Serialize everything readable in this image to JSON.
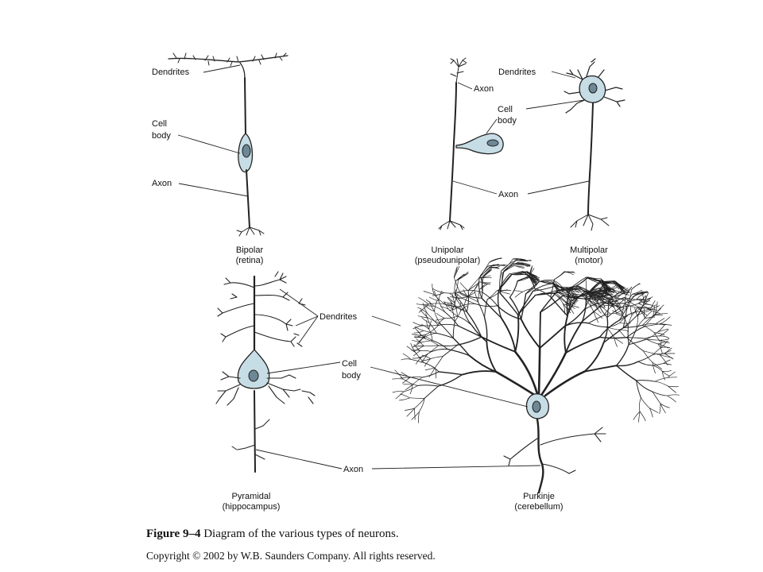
{
  "neurons": {
    "bipolar": {
      "name": "Bipolar",
      "location": "(retina)",
      "dendrites": "Dendrites",
      "cell": "Cell",
      "body": "body",
      "axon": "Axon"
    },
    "unipolar": {
      "name": "Unipolar",
      "location": "(pseudounipolar)",
      "axon_top": "Axon",
      "cell": "Cell",
      "body": "body",
      "axon": "Axon"
    },
    "multipolar": {
      "name": "Multipolar",
      "location": "(motor)",
      "dendrites": "Dendrites"
    },
    "pyramidal": {
      "name": "Pyramidal",
      "location": "(hippocampus)"
    },
    "purkinje": {
      "name": "Purkinje",
      "location": "(cerebellum)"
    },
    "shared": {
      "dendrites": "Dendrites",
      "cell": "Cell",
      "body": "body",
      "axon": "Axon"
    }
  },
  "caption": {
    "figure_label": "Figure 9–4",
    "text": " Diagram of the various types of neurons.",
    "copyright": "Copyright © 2002 by W.B. Saunders Company. All rights reserved."
  },
  "colors": {
    "cell_body": "#c7dde6",
    "nucleus": "#6d8794",
    "ink": "#222222"
  }
}
